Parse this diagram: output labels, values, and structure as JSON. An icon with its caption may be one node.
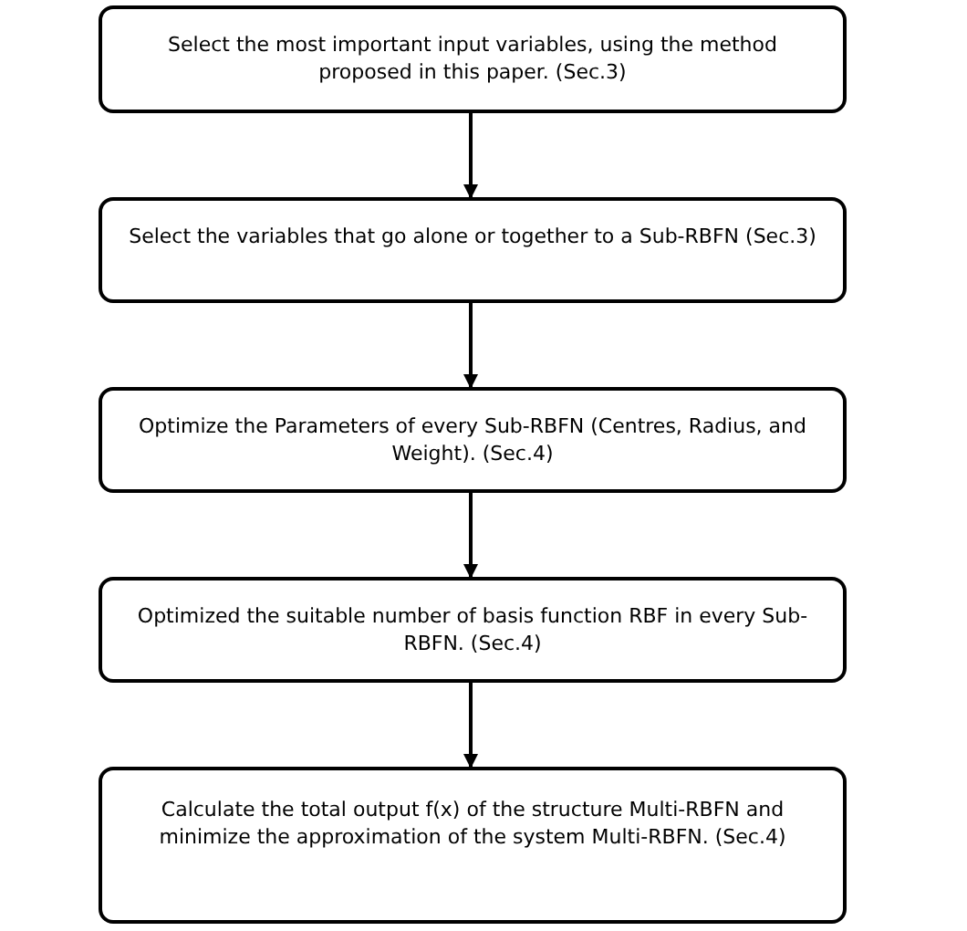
{
  "diagram": {
    "nodes": [
      {
        "text": [
          "Select the most important input variables, using the method proposed in this paper. (Sec.3)"
        ]
      },
      {
        "text": [
          "Select the variables that go alone or together to a Sub-RBFN (Sec.3)"
        ]
      },
      {
        "text": [
          "Optimize the Parameters of every Sub-RBFN (Centres, Radius, and Weight). (Sec.4)"
        ]
      },
      {
        "text": [
          "Optimized the suitable number of basis function RBF in every Sub-RBFN. (Sec.4)"
        ]
      },
      {
        "text": [
          "Calculate the total output f(x) of the structure Multi-RBFN and minimize the approximation of the system Multi-RBFN. (Sec.4)"
        ]
      }
    ],
    "edges": [
      {
        "from": 0,
        "to": 1,
        "arrow": "to"
      },
      {
        "from": 1,
        "to": 2,
        "arrow": "to"
      },
      {
        "from": 2,
        "to": 3,
        "arrow": "to"
      },
      {
        "from": 3,
        "to": 4,
        "arrow": "to"
      }
    ]
  }
}
